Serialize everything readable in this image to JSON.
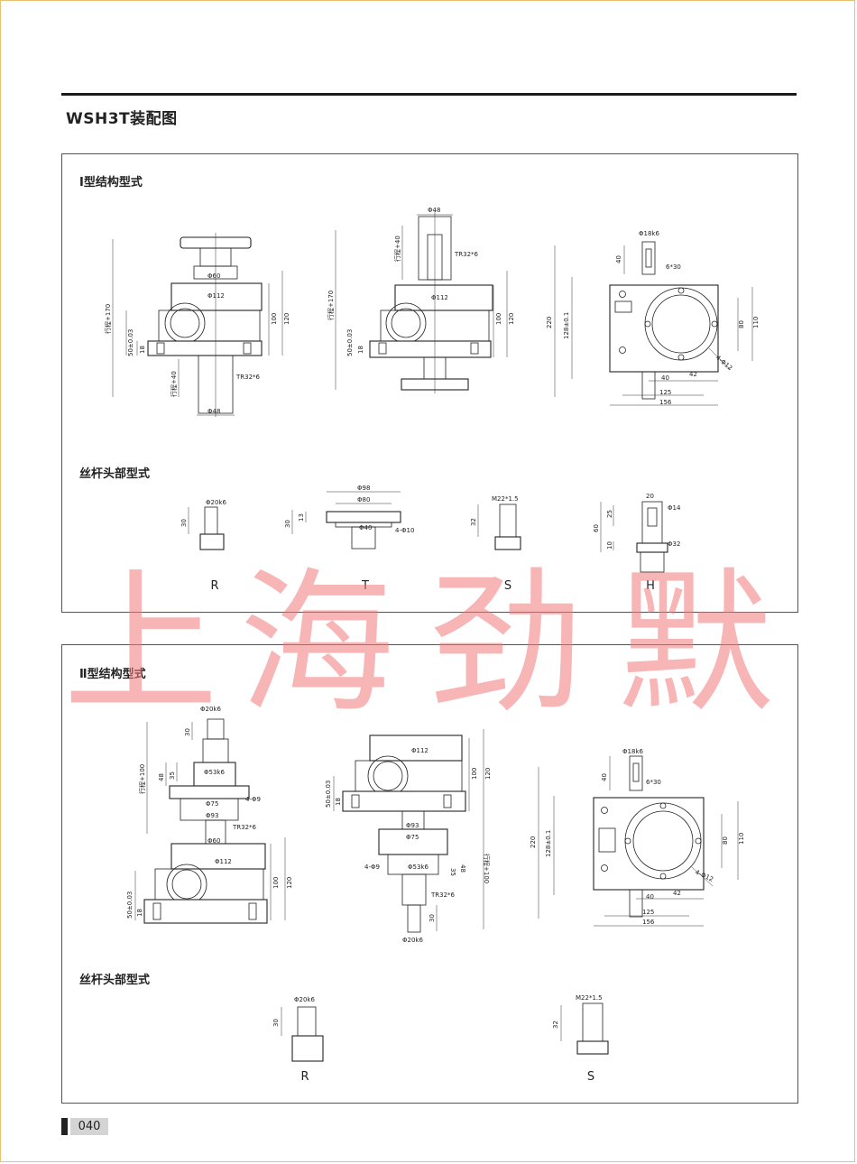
{
  "page": {
    "title": "WSH3T装配图",
    "page_number": "040"
  },
  "section1": {
    "heading": "Ⅰ型结构型式",
    "tip_heading": "丝杆头部型式",
    "tips": [
      {
        "label": "R",
        "d": "Φ20k6",
        "h": "30"
      },
      {
        "label": "T",
        "d1": "Φ98",
        "d2": "Φ80",
        "d3": "Φ40",
        "holes": "4-Φ10",
        "h1": "30",
        "h2": "13"
      },
      {
        "label": "S",
        "thread": "M22*1.5",
        "h": "32"
      },
      {
        "label": "H",
        "w": "20",
        "d": "Φ14",
        "d2": "Φ32",
        "h1": "60",
        "h2": "25",
        "h3": "10"
      }
    ],
    "views": {
      "stroke1": "行程+170",
      "stroke_short": "行程+40",
      "d60": "Φ60",
      "d112": "Φ112",
      "d48": "Φ48",
      "thread": "TR32*6",
      "h100": "100",
      "h120": "120",
      "h50": "50±0.03",
      "h18": "18",
      "d18k6": "Φ18k6",
      "key": "6*30",
      "h220": "220",
      "h128": "128±0.1",
      "h80": "80",
      "h110": "110",
      "w40": "40",
      "w42": "42",
      "w125": "125",
      "w156": "156",
      "holes": "4-Φ12",
      "k40": "40"
    }
  },
  "section2": {
    "heading": "Ⅱ型结构型式",
    "tip_heading": "丝杆头部型式",
    "tips": [
      {
        "label": "R",
        "d": "Φ20k6",
        "h": "30"
      },
      {
        "label": "S",
        "thread": "M22*1.5",
        "h": "32"
      }
    ],
    "views": {
      "stroke": "行程+100",
      "d20k6": "Φ20k6",
      "d53k6": "Φ53k6",
      "d75": "Φ75",
      "d93": "Φ93",
      "holes9": "4-Φ9",
      "thread": "TR32*6",
      "d60": "Φ60",
      "d112": "Φ112",
      "h30": "30",
      "h35": "35",
      "h48": "48",
      "h100": "100",
      "h120": "120",
      "h50": "50±0.03",
      "h18": "18",
      "d18k6": "Φ18k6",
      "key": "6*30",
      "h220": "220",
      "h128": "128±0.1",
      "h80": "80",
      "h110": "110",
      "w40": "40",
      "w42": "42",
      "w125": "125",
      "w156": "156",
      "holes12": "4-Φ12",
      "k40": "40"
    }
  },
  "watermark": {
    "text": [
      "上",
      "海",
      "劲",
      "默"
    ],
    "color": "#f07878"
  }
}
